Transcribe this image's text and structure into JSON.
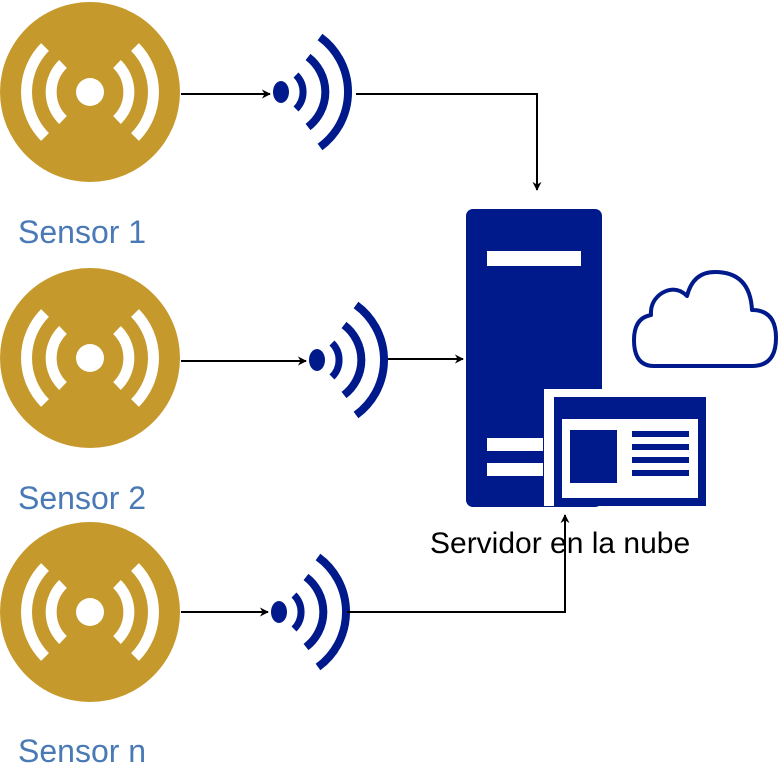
{
  "sensors": [
    {
      "label": "Sensor 1"
    },
    {
      "label": "Sensor 2"
    },
    {
      "label": "Sensor n"
    }
  ],
  "server": {
    "label": "Servidor en la nube"
  },
  "icons": {
    "sensor": "sensor-icon",
    "wireless": "wireless-signal-icon",
    "server": "server-icon",
    "cloud": "cloud-icon",
    "web_app": "web-app-icon"
  },
  "colors": {
    "sensor": "#c6992c",
    "network": "#001a8c",
    "label_sensor": "#4a7ab5",
    "label_server": "#000000",
    "connector": "#000000"
  }
}
